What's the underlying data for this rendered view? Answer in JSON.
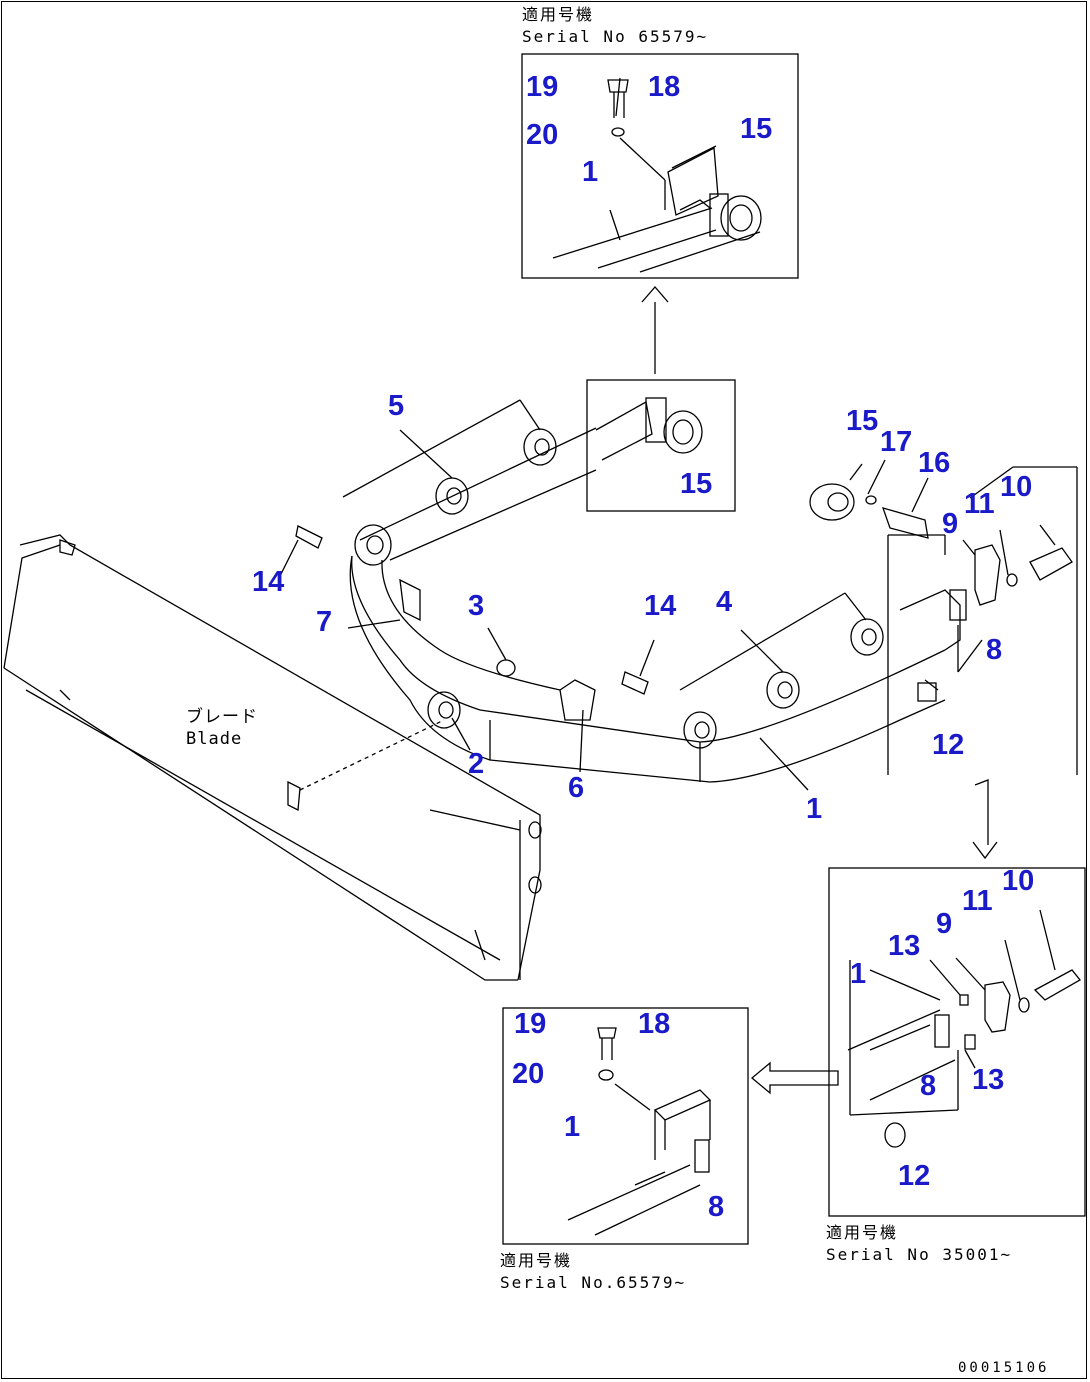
{
  "labels": {
    "top_19": "19",
    "top_18": "18",
    "top_20": "20",
    "top_15": "15",
    "top_1": "1",
    "m_5": "5",
    "m_15": "15",
    "m_14a": "14",
    "m_7": "7",
    "m_3": "3",
    "m_14b": "14",
    "m_4": "4",
    "m_2": "2",
    "m_6": "6",
    "m_1": "1",
    "r_15": "15",
    "r_17": "17",
    "r_16": "16",
    "r_9": "9",
    "r_11": "11",
    "r_10": "10",
    "r_8": "8",
    "r_12": "12",
    "br_10": "10",
    "br_11": "11",
    "br_13a": "13",
    "br_9": "9",
    "br_1": "1",
    "br_8": "8",
    "br_13b": "13",
    "br_12": "12",
    "bl_19": "19",
    "bl_18": "18",
    "bl_20": "20",
    "bl_1": "1",
    "bl_8": "8"
  },
  "captions": {
    "top_line1": "適用号機",
    "top_line2": "Serial No 65579~",
    "bottom_left_line1": "適用号機",
    "bottom_left_line2": "Serial No.65579~",
    "bottom_right_line1": "適用号機",
    "bottom_right_line2": "Serial No 35001~"
  },
  "blade": {
    "jp": "ブレード",
    "en": "Blade"
  },
  "doc_id": "00015106",
  "colors": {
    "label": "#1a1ac8",
    "line": "#000000"
  }
}
